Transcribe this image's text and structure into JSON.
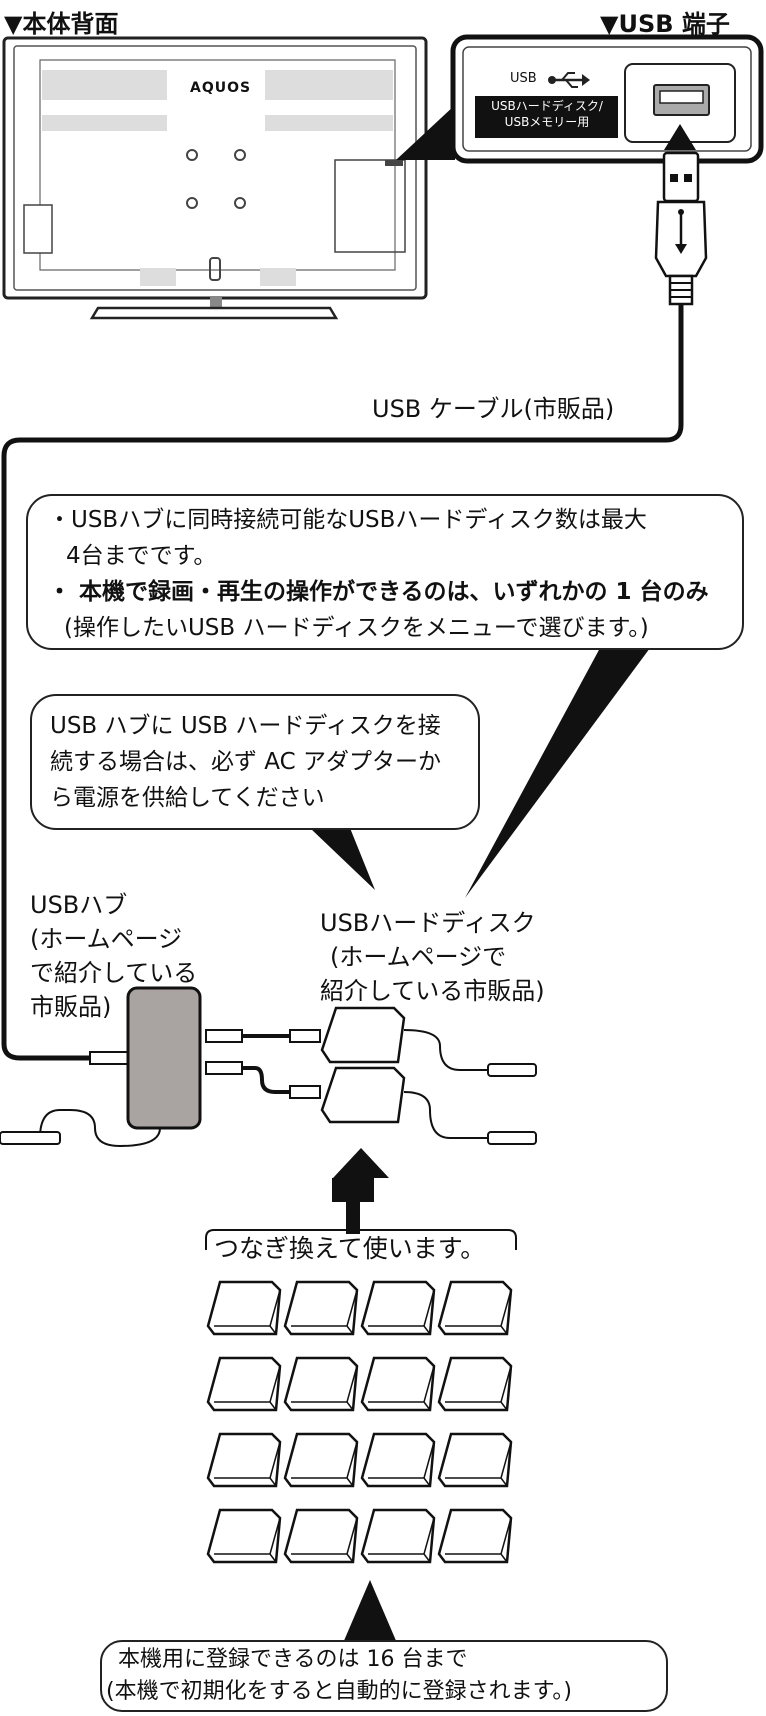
{
  "labels": {
    "rear_view": "▼本体背面",
    "usb_port": "▼USB 端子",
    "usb_cable": "USB ケーブル(市販品)",
    "tv_brand": "AQUOS",
    "port_usb": "USB",
    "port_hdd_line1": "USBハードディスク/",
    "port_hdd_line2": "USBメモリー用",
    "hub_title_lines": [
      "USBハブ",
      "(ホームページ",
      "で紹介している",
      "市販品)"
    ],
    "hdd_title_lines": [
      "USBハードディスク",
      "(ホームページで",
      "紹介している市販品)"
    ]
  },
  "info_box": {
    "line1": "・USBハブに同時接続可能なUSBハードディスク数は最大",
    "line2": "4台までです。",
    "line3": "・ 本機で録画・再生の操作ができるのは、いずれかの 1 台のみ",
    "line4": "(操作したいUSB ハードディスクをメニューで選びます。)"
  },
  "power_box": {
    "line1": "USB ハブに USB ハードディスクを接",
    "line2": "続する場合は、必ず AC アダプターか",
    "line3": "ら電源を供給してください"
  },
  "swap_label": "つなぎ換えて使います。",
  "register_box": {
    "line1": "本機用に登録できるのは 16 台まで",
    "line2": "(本機で初期化をすると自動的に登録されます。)"
  },
  "hdd_grid": {
    "rows": 4,
    "cols": 4
  }
}
